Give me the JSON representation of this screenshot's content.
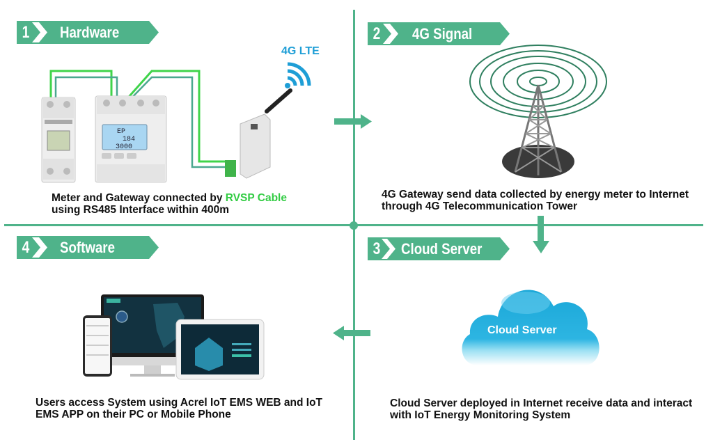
{
  "diagram": {
    "accent_color": "#4fb38a",
    "highlight_color": "#33cc44",
    "steps": [
      {
        "number": "1",
        "title": "Hardware",
        "caption_parts": [
          "Meter and Gateway connected by ",
          "RVSP Cable",
          " using RS485 Interface within 400m"
        ],
        "illustration": "energy-meters-and-4g-gateway",
        "wireless_label": "4G LTE",
        "meter_display": [
          "EP",
          "184",
          "3000"
        ]
      },
      {
        "number": "2",
        "title": "4G Signal",
        "caption": "4G Gateway send data collected by energy meter to Internet through 4G Telecommunication Tower",
        "illustration": "telecommunication-tower"
      },
      {
        "number": "3",
        "title": "Cloud Server",
        "caption": "Cloud Server deployed in Internet receive data and interact with IoT Energy Monitoring System",
        "illustration": "cloud",
        "cloud_label": "Cloud Server"
      },
      {
        "number": "4",
        "title": "Software",
        "caption": "Users access System using Acrel IoT EMS WEB and IoT EMS APP on their PC or Mobile Phone",
        "illustration": "phone-monitor-tablet"
      }
    ],
    "flow_arrows": [
      {
        "from": "1",
        "to": "2",
        "direction": "right"
      },
      {
        "from": "2",
        "to": "3",
        "direction": "down"
      },
      {
        "from": "3",
        "to": "4",
        "direction": "left"
      }
    ]
  }
}
